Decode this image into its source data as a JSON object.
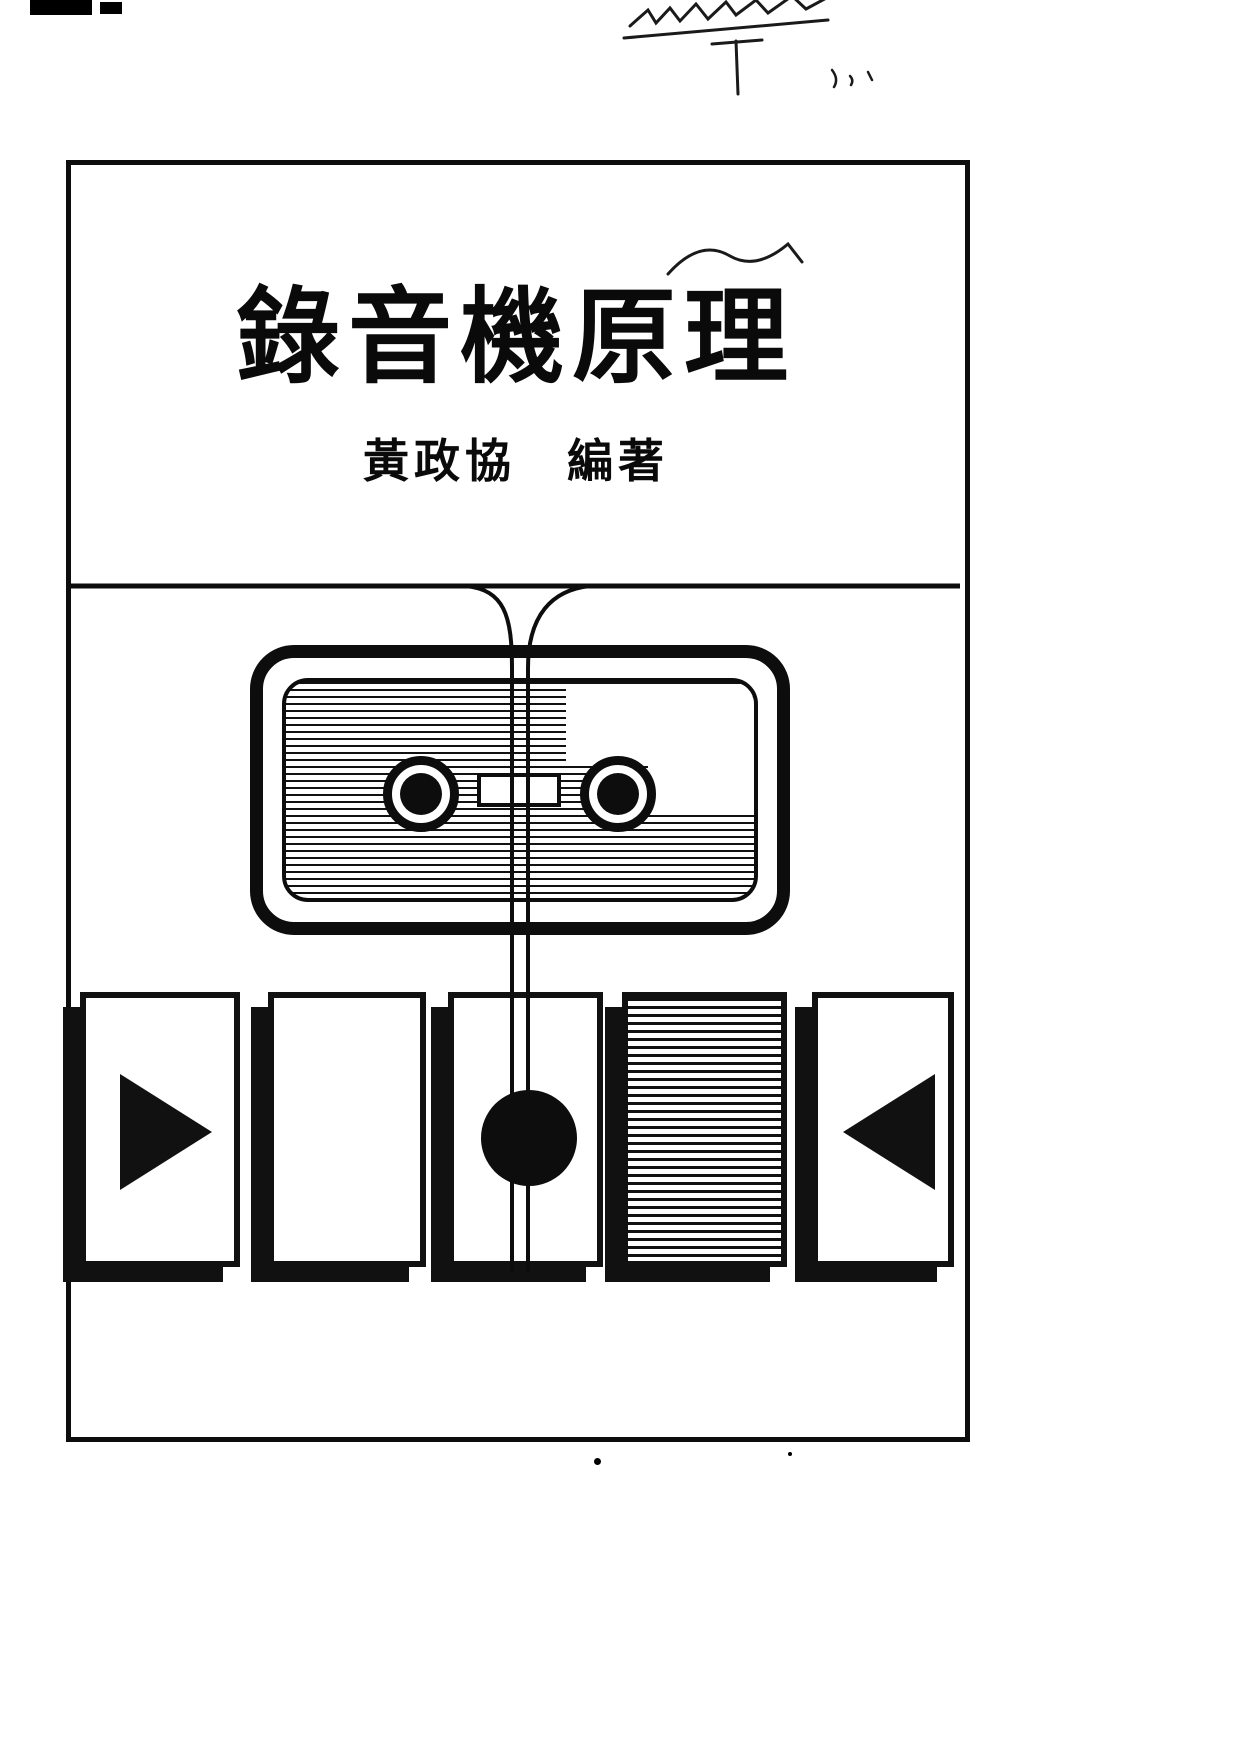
{
  "page": {
    "title": "錄音機原理",
    "author": "黃政協　編著"
  },
  "colors": {
    "ink": "#111111",
    "paper": "#ffffff"
  },
  "illustration": {
    "type": "cassette-tape-recorder",
    "buttons": [
      {
        "name": "play-button",
        "icon": "right-triangle"
      },
      {
        "name": "blank-button",
        "icon": "none"
      },
      {
        "name": "record-button",
        "icon": "filled-circle"
      },
      {
        "name": "striped-button",
        "icon": "horizontal-stripes"
      },
      {
        "name": "rewind-button",
        "icon": "left-triangle"
      }
    ],
    "cassette": {
      "reels": 2,
      "label_texture": "horizontal-stripes"
    }
  }
}
